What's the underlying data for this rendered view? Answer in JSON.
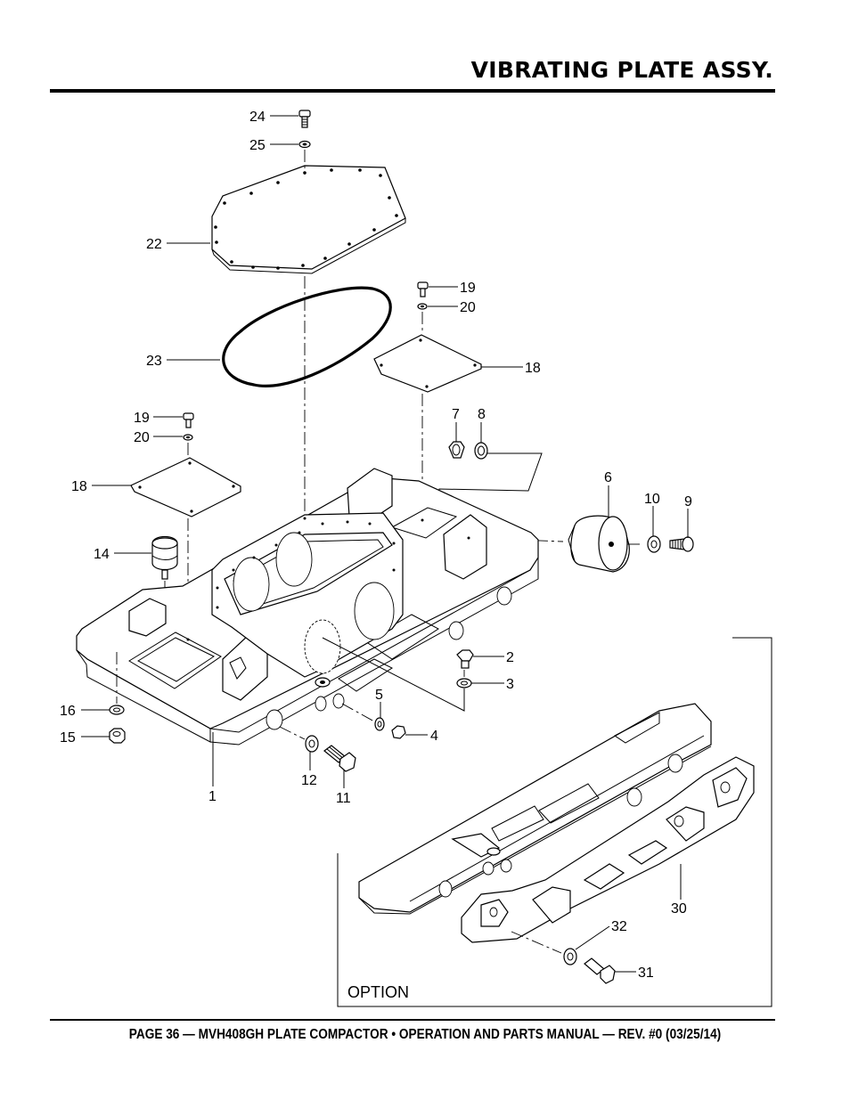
{
  "header": {
    "title": "VIBRATING PLATE ASSY."
  },
  "footer": {
    "text": "PAGE 36 — MVH408GH PLATE COMPACTOR • OPERATION AND PARTS MANUAL — REV. #0 (03/25/14)"
  },
  "diagram": {
    "callouts": {
      "c24": "24",
      "c25": "25",
      "c22": "22",
      "c23": "23",
      "c19a": "19",
      "c20a": "20",
      "c18a": "18",
      "c19b": "19",
      "c20b": "20",
      "c18b": "18",
      "c7": "7",
      "c8": "8",
      "c6": "6",
      "c10": "10",
      "c9": "9",
      "c14": "14",
      "c2": "2",
      "c3": "3",
      "c5": "5",
      "c4": "4",
      "c16": "16",
      "c15": "15",
      "c12": "12",
      "c11": "11",
      "c1": "1",
      "c30": "30",
      "c32": "32",
      "c31": "31"
    },
    "option_label": "OPTION"
  }
}
